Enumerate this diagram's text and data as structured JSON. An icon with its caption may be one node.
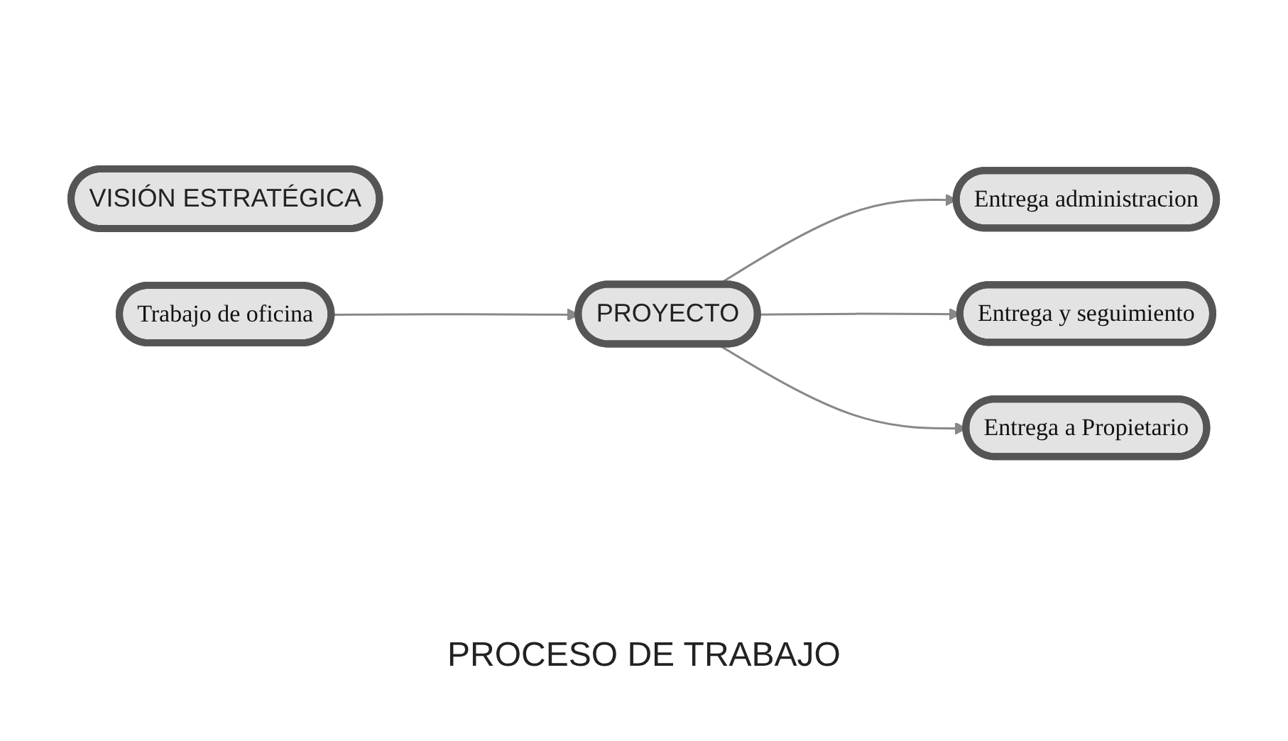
{
  "diagram": {
    "caption": "PROCESO DE TRABAJO",
    "nodes": [
      {
        "text": [
          "VISIÓN ESTRATÉGICA"
        ]
      },
      {
        "text": [
          "Trabajo de oficina"
        ]
      },
      {
        "text": [
          "PROYECTO"
        ]
      },
      {
        "text": [
          "Entrega administracion"
        ]
      },
      {
        "text": [
          "Entrega y seguimiento"
        ]
      },
      {
        "text": [
          "Entrega a Propietario"
        ]
      }
    ],
    "edges": [
      {
        "from": 1,
        "to": 2,
        "arrow": "to"
      },
      {
        "from": 2,
        "to": 3,
        "arrow": "to"
      },
      {
        "from": 2,
        "to": 4,
        "arrow": "to"
      },
      {
        "from": 2,
        "to": 5,
        "arrow": "to"
      }
    ]
  }
}
